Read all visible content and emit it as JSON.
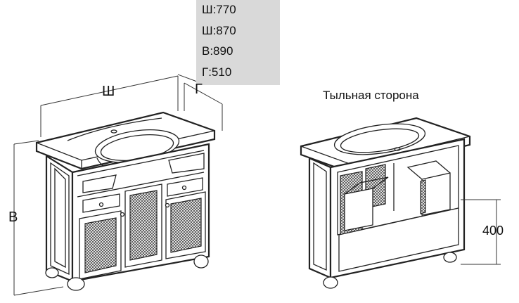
{
  "specs": [
    "Ш:770",
    "Ш:870",
    "В:890",
    "Г:510"
  ],
  "labels": {
    "width": "Ш",
    "depth": "Г",
    "height": "В",
    "rear_side": "Тыльная сторона",
    "rear_height": "400"
  }
}
